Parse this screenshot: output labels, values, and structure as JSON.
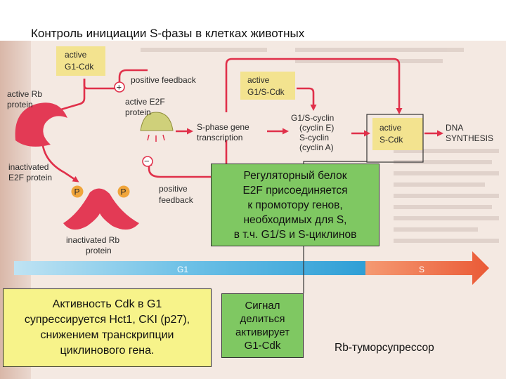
{
  "page": {
    "title": "Контроль инициации S-фазы в клетках животных"
  },
  "diagram": {
    "active_g1_cdk": [
      "active",
      "G1-Cdk"
    ],
    "positive_feedback_top": "positive feedback",
    "active_g1s_cdk": [
      "active",
      "G1/S-Cdk"
    ],
    "active_rb": [
      "active Rb",
      "protein"
    ],
    "active_e2f": [
      "active E2F",
      "protein"
    ],
    "inactivated_e2f": [
      "inactivated",
      "E2F protein"
    ],
    "sphase_transcription": [
      "S-phase gene",
      "transcription"
    ],
    "cyclins": [
      "G1/S-cyclin",
      "(cyclin E)",
      "S-cyclin",
      "(cyclin A)"
    ],
    "active_s_cdk": [
      "active",
      "S-Cdk"
    ],
    "dna_synthesis": [
      "DNA",
      "SYNTHESIS"
    ],
    "positive_feedback_bottom": [
      "positive",
      "feedback"
    ],
    "inactivated_rb": [
      "inactivated Rb",
      "protein"
    ],
    "phosphate": "P",
    "plus": "+",
    "minus": "−",
    "g1_label": "G1",
    "s_label": "S"
  },
  "callouts": {
    "regulatory": [
      "Регуляторный белок",
      "E2F присоединяется",
      "к промотору генов,",
      "необходимых для S,",
      "в т.ч. G1/S и S-циклинов"
    ],
    "cdk_suppression": [
      "Активность Cdk в G1",
      "супрессируется Hct1, CKI (p27),",
      "снижением транскрипции",
      "циклинового гена."
    ],
    "signal": [
      "Сигнал",
      "делиться",
      "активирует",
      "G1-Cdk"
    ]
  },
  "caption": "Rb-туморсупрессор",
  "colors": {
    "background_scan": "#f4e9e2",
    "red_arrow": "#e0304a",
    "rb_protein": "#e33a55",
    "e2f_protein": "#cfd07a",
    "g1_arrow": "#39a9dc",
    "s_arrow": "#ef6b45",
    "callout_green": "#7fc862",
    "callout_yellow": "#f7f38a"
  }
}
